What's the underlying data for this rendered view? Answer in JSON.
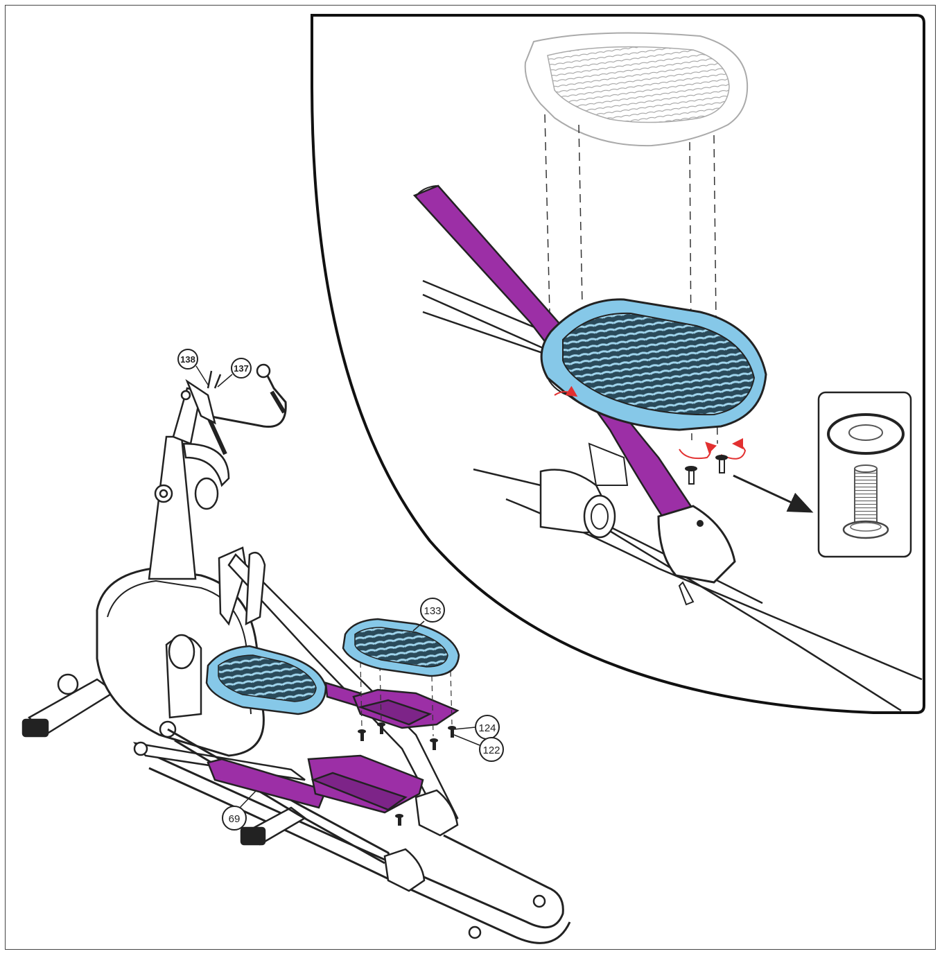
{
  "callouts": {
    "c138": "138",
    "c137": "137",
    "c133": "133",
    "c124": "124",
    "c122": "122",
    "c69": "69"
  },
  "colors": {
    "pedal": "#86c8e8",
    "arm": "#9c2fa6",
    "line": "#222222",
    "rotate": "#e23030"
  },
  "icons": [
    "rotation-arrow-icon",
    "washer-icon",
    "bolt-icon",
    "pointer-arrow-icon"
  ]
}
